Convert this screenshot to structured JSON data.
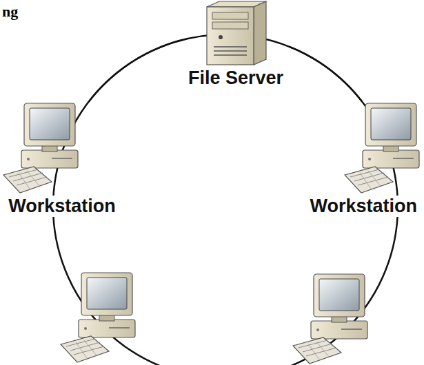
{
  "diagram": {
    "nodes": [
      {
        "text": [
          "File Server"
        ]
      },
      {
        "text": [
          "Workstation"
        ]
      },
      {
        "text": [
          "Workstation"
        ]
      }
    ],
    "edges": [
      {
        "from": 0,
        "to": 1,
        "arrow": "none"
      },
      {
        "from": 0,
        "to": 2,
        "arrow": "none"
      }
    ],
    "labels": [
      "ng"
    ]
  }
}
